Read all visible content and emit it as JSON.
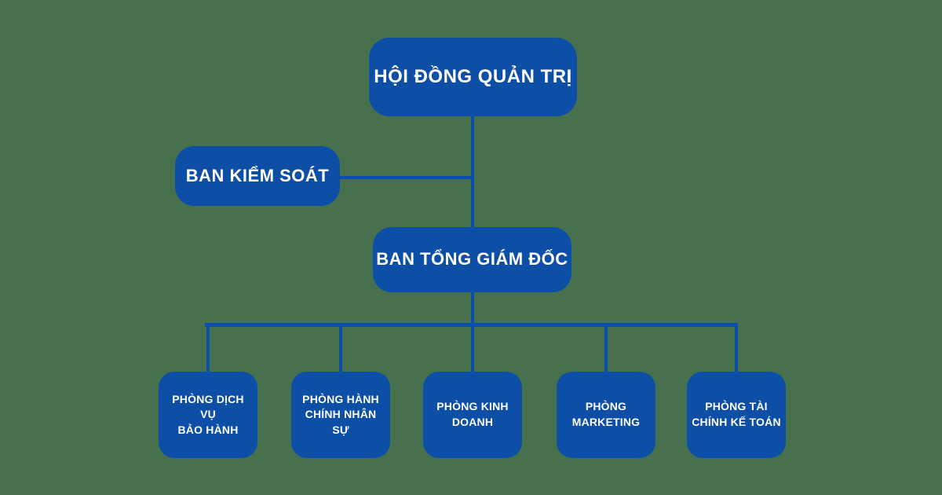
{
  "colors": {
    "background": "#47714e",
    "box": "#0d4ea6",
    "line": "#0b4fae",
    "text": "#ffffff"
  },
  "org_chart": {
    "type": "organizational-chart",
    "root": {
      "label": "HỘI ĐỒNG QUẢN TRỊ"
    },
    "supervisory": {
      "label": "BAN KIỂM SOÁT"
    },
    "executive": {
      "label": "BAN TỔNG GIÁM ĐỐC"
    },
    "departments": [
      {
        "label": "PHÒNG DỊCH VỤ\nBẢO HÀNH"
      },
      {
        "label": "PHÒNG HÀNH\nCHÍNH NHÂN SỰ"
      },
      {
        "label": "PHÒNG KINH\nDOANH"
      },
      {
        "label": "PHÒNG\nMARKETING"
      },
      {
        "label": "PHÒNG TÀI\nCHÍNH KẾ TOÁN"
      }
    ]
  }
}
